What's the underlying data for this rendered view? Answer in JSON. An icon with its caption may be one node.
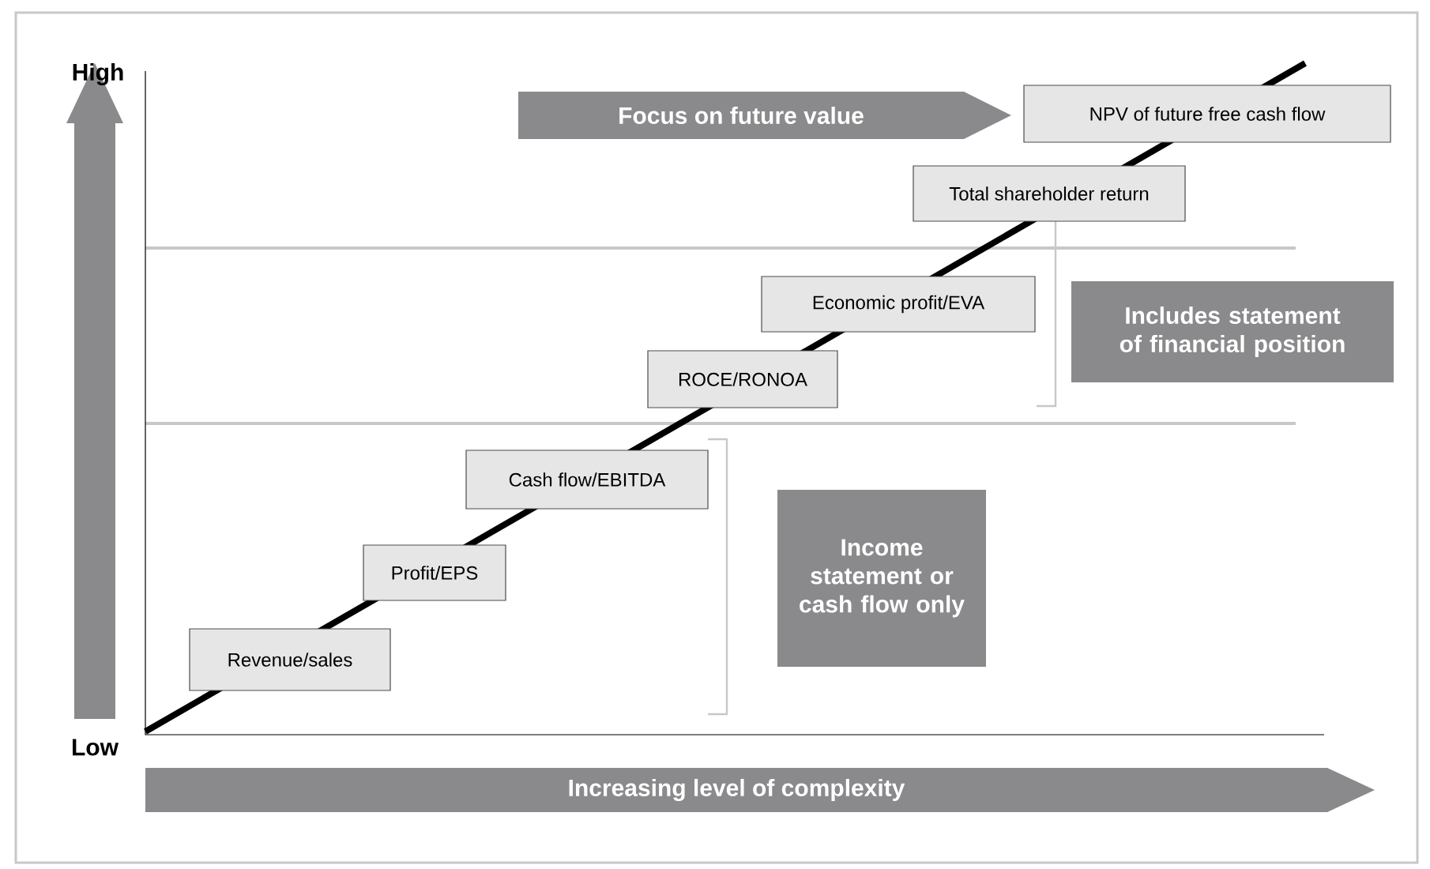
{
  "diagram": {
    "nodes": [
      {
        "text": [
          "Focus on future value"
        ]
      },
      {
        "text": [
          "NPV of future free cash flow"
        ]
      },
      {
        "text": [
          "Total shareholder return"
        ]
      },
      {
        "text": [
          "Economic profit/EVA"
        ]
      },
      {
        "text": [
          "ROCE/RONOA"
        ]
      },
      {
        "text": [
          "Cash flow/EBITDA"
        ]
      },
      {
        "text": [
          "Profit/EPS"
        ]
      },
      {
        "text": [
          "Revenue/sales"
        ]
      },
      {
        "text": [
          "Includes statement of financial position"
        ]
      },
      {
        "text": [
          "Income statement or cash flow only"
        ]
      },
      {
        "text": [
          "Increasing level of complexity"
        ]
      }
    ],
    "labels": [
      "High",
      "Low"
    ]
  }
}
